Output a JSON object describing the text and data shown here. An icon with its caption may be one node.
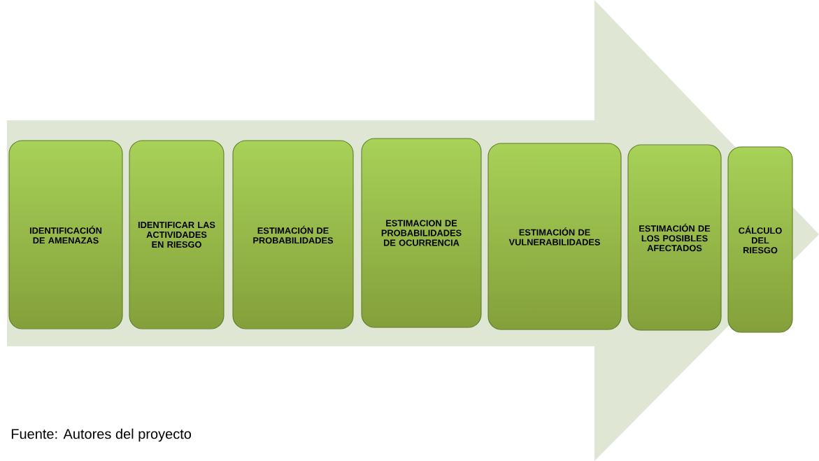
{
  "diagram": {
    "caption": "Fuente: Autores del proyecto",
    "nodes": [
      {
        "text": [
          "IDENTIFICACIÓN DE AMENAZAS"
        ]
      },
      {
        "text": [
          "IDENTIFICAR LAS ACTIVIDADES EN RIESGO"
        ]
      },
      {
        "text": [
          "ESTIMACIÓN DE PROBABILIDADES"
        ]
      },
      {
        "text": [
          "ESTIMACION DE PROBABILIDADES DE OCURRENCIA"
        ]
      },
      {
        "text": [
          "ESTIMACIÓN DE VULNERABILIDADES"
        ]
      },
      {
        "text": [
          "ESTIMACIÓN DE LOS POSIBLES AFECTADOS"
        ]
      },
      {
        "text": [
          "CÁLCULO DEL RIESGO"
        ]
      }
    ]
  }
}
